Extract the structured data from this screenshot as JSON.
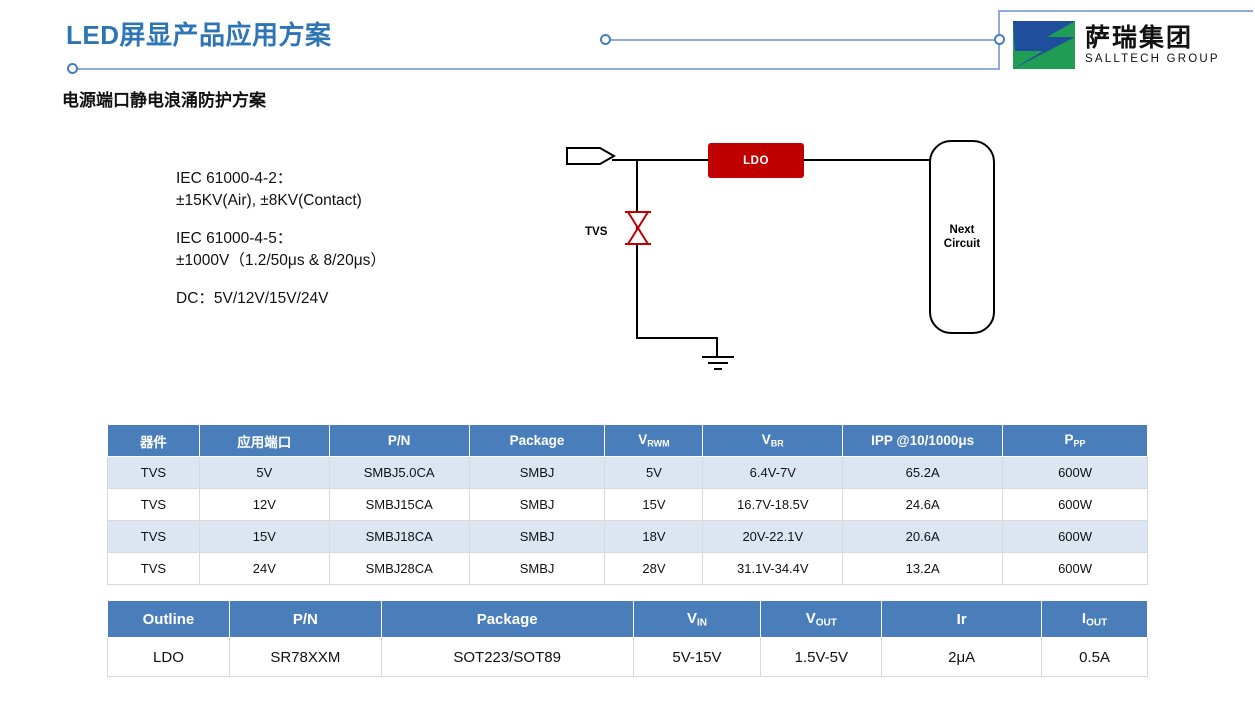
{
  "header": {
    "title": "LED屏显产品应用方案",
    "logo": {
      "cn": "萨瑞集团",
      "en": "SALLTECH GROUP"
    }
  },
  "subtitle": "电源端口静电浪涌防护方案",
  "specs": {
    "line1": "IEC 61000-4-2：",
    "line2": "±15KV(Air), ±8KV(Contact)",
    "line3": "IEC 61000-4-5：",
    "line4": "±1000V（1.2/50μs & 8/20μs）",
    "line5": "DC：5V/12V/15V/24V"
  },
  "circuit": {
    "ldo_label": "LDO",
    "next_circuit_label": "Next\nCircuit",
    "next_circuit_line1": "Next",
    "next_circuit_line2": "Circuit",
    "tvs_label": "TVS"
  },
  "table1": {
    "headers": [
      "器件",
      "应用端口",
      "P/N",
      "Package",
      "V_RWM",
      "V_BR",
      "IPP @10/1000μs",
      "P_PP"
    ],
    "header_parts": [
      {
        "main": "器件",
        "sub": ""
      },
      {
        "main": "应用端口",
        "sub": ""
      },
      {
        "main": "P/N",
        "sub": ""
      },
      {
        "main": "Package",
        "sub": ""
      },
      {
        "main": "V",
        "sub": "RWM"
      },
      {
        "main": "V",
        "sub": "BR"
      },
      {
        "main": "IPP @10/1000μs",
        "sub": ""
      },
      {
        "main": "P",
        "sub": "PP"
      }
    ],
    "rows": [
      [
        "TVS",
        "5V",
        "SMBJ5.0CA",
        "SMBJ",
        "5V",
        "6.4V-7V",
        "65.2A",
        "600W"
      ],
      [
        "TVS",
        "12V",
        "SMBJ15CA",
        "SMBJ",
        "15V",
        "16.7V-18.5V",
        "24.6A",
        "600W"
      ],
      [
        "TVS",
        "15V",
        "SMBJ18CA",
        "SMBJ",
        "18V",
        "20V-22.1V",
        "20.6A",
        "600W"
      ],
      [
        "TVS",
        "24V",
        "SMBJ28CA",
        "SMBJ",
        "28V",
        "31.1V-34.4V",
        "13.2A",
        "600W"
      ]
    ]
  },
  "table2": {
    "header_parts": [
      {
        "main": "Outline",
        "sub": ""
      },
      {
        "main": "P/N",
        "sub": ""
      },
      {
        "main": "Package",
        "sub": ""
      },
      {
        "main": "V",
        "sub": "IN"
      },
      {
        "main": "V",
        "sub": "OUT"
      },
      {
        "main": "Ir",
        "sub": ""
      },
      {
        "main": "I",
        "sub": "OUT"
      }
    ],
    "rows": [
      [
        "LDO",
        "SR78XXM",
        "SOT223/SOT89",
        "5V-15V",
        "1.5V-5V",
        "2μA",
        "0.5A"
      ]
    ]
  },
  "colors": {
    "accent_blue": "#4a7ebb",
    "title_blue": "#2e75b6",
    "row_alt": "#dce6f2",
    "ldo_red": "#c00000",
    "logo_green": "#1f9d55",
    "logo_blue": "#1f4e9c"
  }
}
